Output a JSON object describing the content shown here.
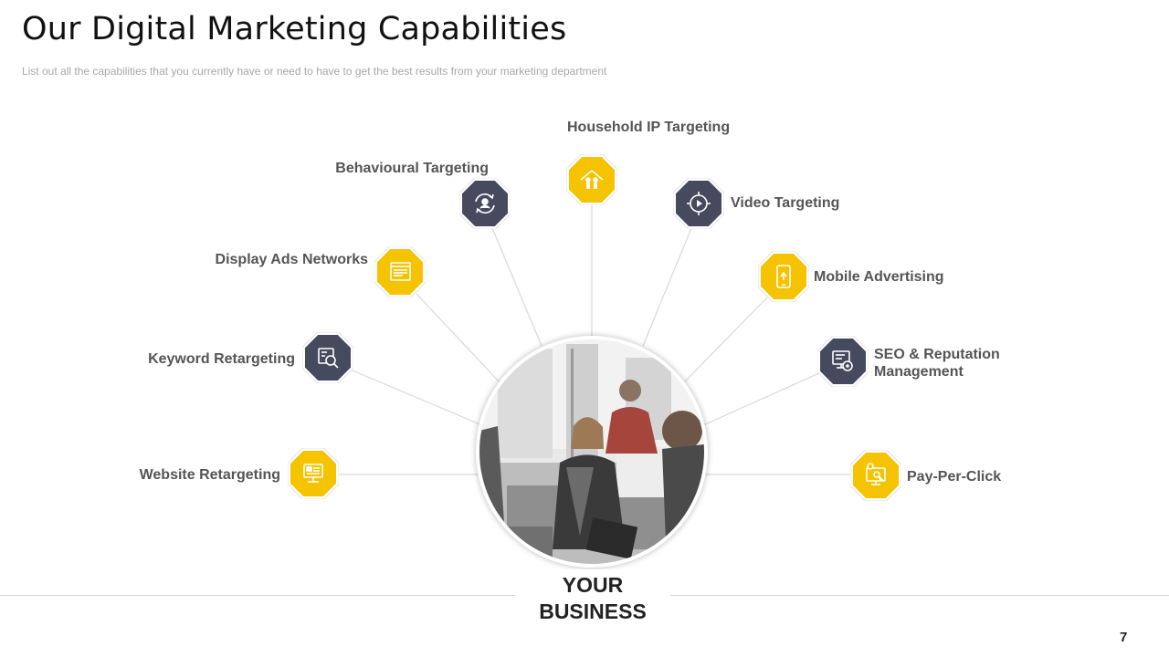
{
  "slide": {
    "title": "Our Digital Marketing Capabilities",
    "subtitle": "List out all the capabilities that you currently have or need to have to get the best results from your marketing department",
    "center_label_line1": "YOUR",
    "center_label_line2": "BUSINESS",
    "page_number": "7"
  },
  "colors": {
    "yellow": "#F5C300",
    "navy": "#464A5E",
    "label_gray": "#555555"
  },
  "capabilities": [
    {
      "label": "Website Retargeting",
      "icon": "monitor-icon",
      "color": "yellow"
    },
    {
      "label": "Keyword Retargeting",
      "icon": "keyword-search-icon",
      "color": "navy"
    },
    {
      "label": "Display Ads Networks",
      "icon": "display-ad-icon",
      "color": "yellow"
    },
    {
      "label": "Behavioural Targeting",
      "icon": "user-sync-icon",
      "color": "navy"
    },
    {
      "label": "Household IP Targeting",
      "icon": "house-family-icon",
      "color": "yellow"
    },
    {
      "label": "Video Targeting",
      "icon": "play-target-icon",
      "color": "navy"
    },
    {
      "label": "Mobile Advertising",
      "icon": "mobile-icon",
      "color": "yellow"
    },
    {
      "label_line1": "SEO & Reputation",
      "label_line2": "Management",
      "icon": "seo-gear-icon",
      "color": "navy"
    },
    {
      "label": "Pay-Per-Click",
      "icon": "ppc-monitor-icon",
      "color": "yellow"
    }
  ]
}
